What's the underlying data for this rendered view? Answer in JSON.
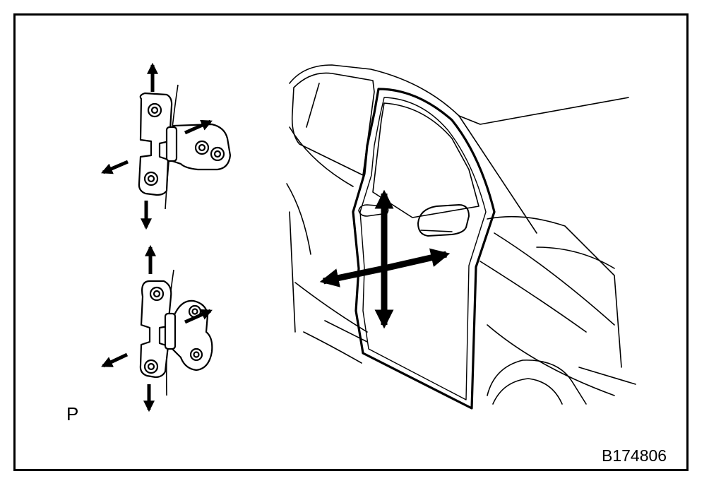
{
  "diagram": {
    "view_label": "P",
    "figure_id": "B174806",
    "colors": {
      "ink": "#000000",
      "paper": "#ffffff"
    },
    "parts": [
      "upper-door-hinge",
      "lower-door-hinge",
      "car-rear-door"
    ]
  }
}
